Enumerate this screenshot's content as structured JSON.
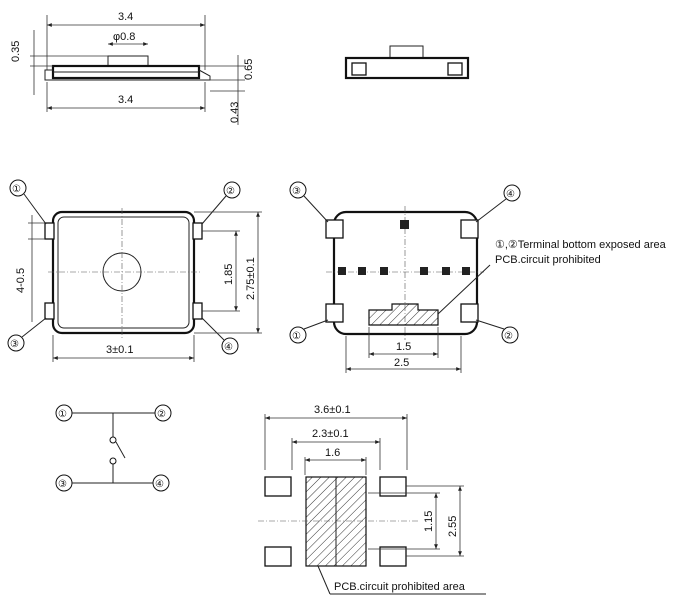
{
  "side_view": {
    "top_width": "3.4",
    "actuator_diameter": "φ0.8",
    "bottom_width": "3.4",
    "actuator_height": "0.35",
    "body_height": "0.65",
    "terminal_height": "0.43"
  },
  "top_view": {
    "body_width": "3±0.1",
    "pitch": "1.85",
    "body_height": "2.75±0.1",
    "terminal_width": "4-0.5",
    "terminals": [
      "①",
      "②",
      "③",
      "④"
    ]
  },
  "bottom_view": {
    "terminals": [
      "③",
      "④",
      "①",
      "②"
    ],
    "note_line1": "①,②Terminal bottom exposed area",
    "note_line2": "PCB.circuit prohibited",
    "inner_width": "1.5",
    "outer_width": "2.5"
  },
  "schematic": {
    "terminals": [
      "①",
      "②",
      "③",
      "④"
    ]
  },
  "footprint": {
    "overall_width": "3.6±0.1",
    "center_width": "2.3±0.1",
    "hatch_width": "1.6",
    "pad_pitch": "1.15",
    "overall_height": "2.55",
    "label": "PCB.circuit prohibited area"
  }
}
